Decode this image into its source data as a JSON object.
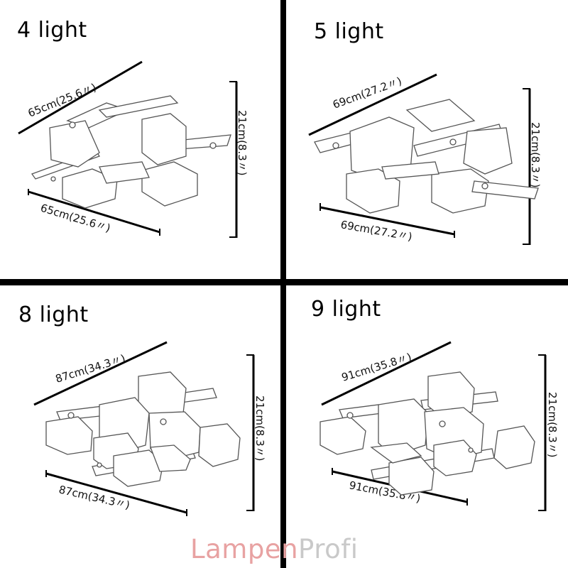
{
  "panels": [
    {
      "title": "4 light",
      "dimensions": {
        "top_width": "65cm(25.6〃)",
        "bottom_width": "65cm(25.6〃)",
        "height": "21cm(8.3〃)"
      }
    },
    {
      "title": "5 light",
      "dimensions": {
        "top_width": "69cm(27.2〃)",
        "bottom_width": "69cm(27.2〃)",
        "height": "21cm(8.3〃)"
      }
    },
    {
      "title": "8 light",
      "dimensions": {
        "top_width": "87cm(34.3〃)",
        "bottom_width": "87cm(34.3〃)",
        "height": "21cm(8.3〃)"
      }
    },
    {
      "title": "9 light",
      "dimensions": {
        "top_width": "91cm(35.8〃)",
        "bottom_width": "91cm(35.8〃)",
        "height": "21cm(8.3〃)"
      }
    }
  ],
  "watermark": {
    "part1": "Lampen",
    "part2": "Profi"
  }
}
